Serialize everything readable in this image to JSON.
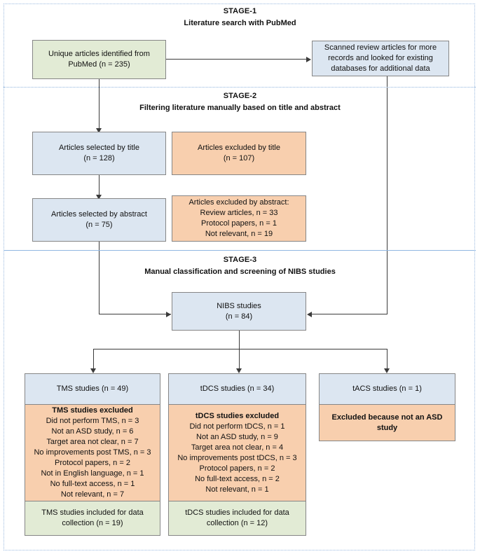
{
  "diagram": {
    "title_stage1": "STAGE-1",
    "subtitle_stage1": "Literature search with PubMed",
    "title_stage2": "STAGE-2",
    "subtitle_stage2": "Filtering literature manually based on title and abstract",
    "title_stage3": "STAGE-3",
    "subtitle_stage3": "Manual classification and screening of NIBS studies"
  },
  "colors": {
    "green": "#e2ebd5",
    "blue": "#dce6f1",
    "orange": "#f8cfae",
    "border": "#868686",
    "connector": "#3b3b3b",
    "divider": "#8fb3dd"
  },
  "stage1": {
    "source_box": "Unique articles identified from\nPubMed (n = 235)",
    "scan_box": "Scanned review articles for more\nrecords and looked for existing\ndatabases for additional data"
  },
  "stage2": {
    "selected_title": "Articles selected by title\n(n = 128)",
    "excluded_title": "Articles excluded by title\n(n = 107)",
    "selected_abstract": "Articles selected by abstract\n(n = 75)",
    "excluded_abstract": "Articles excluded by abstract:\nReview articles, n = 33\nProtocol papers, n = 1\nNot relevant, n = 19"
  },
  "stage3": {
    "nibs_box": "NIBS studies\n(n = 84)",
    "columns": [
      {
        "header": "TMS studies (n = 49)",
        "excluded_heading": "TMS studies excluded",
        "excluded_items": "Did not perform TMS, n = 3\nNot an ASD study, n = 6\nTarget area not clear, n = 7\nNo improvements post TMS, n = 3\nProtocol papers, n = 2\nNot in English language, n = 1\nNo full-text access, n = 1\nNot relevant, n = 7",
        "included": "TMS studies included for data\ncollection (n = 19)"
      },
      {
        "header": "tDCS studies (n = 34)",
        "excluded_heading": "tDCS studies excluded",
        "excluded_items": "Did not perform tDCS, n = 1\nNot an ASD study, n = 9\nTarget area not clear, n = 4\nNo improvements post tDCS, n = 3\nProtocol papers, n = 2\nNo full-text access, n = 2\nNot relevant, n = 1",
        "included": "tDCS studies included for data\ncollection (n = 12)"
      },
      {
        "header": "tACS studies (n = 1)",
        "excluded_heading": "Excluded because not an ASD study",
        "excluded_items": "",
        "included": ""
      }
    ]
  }
}
